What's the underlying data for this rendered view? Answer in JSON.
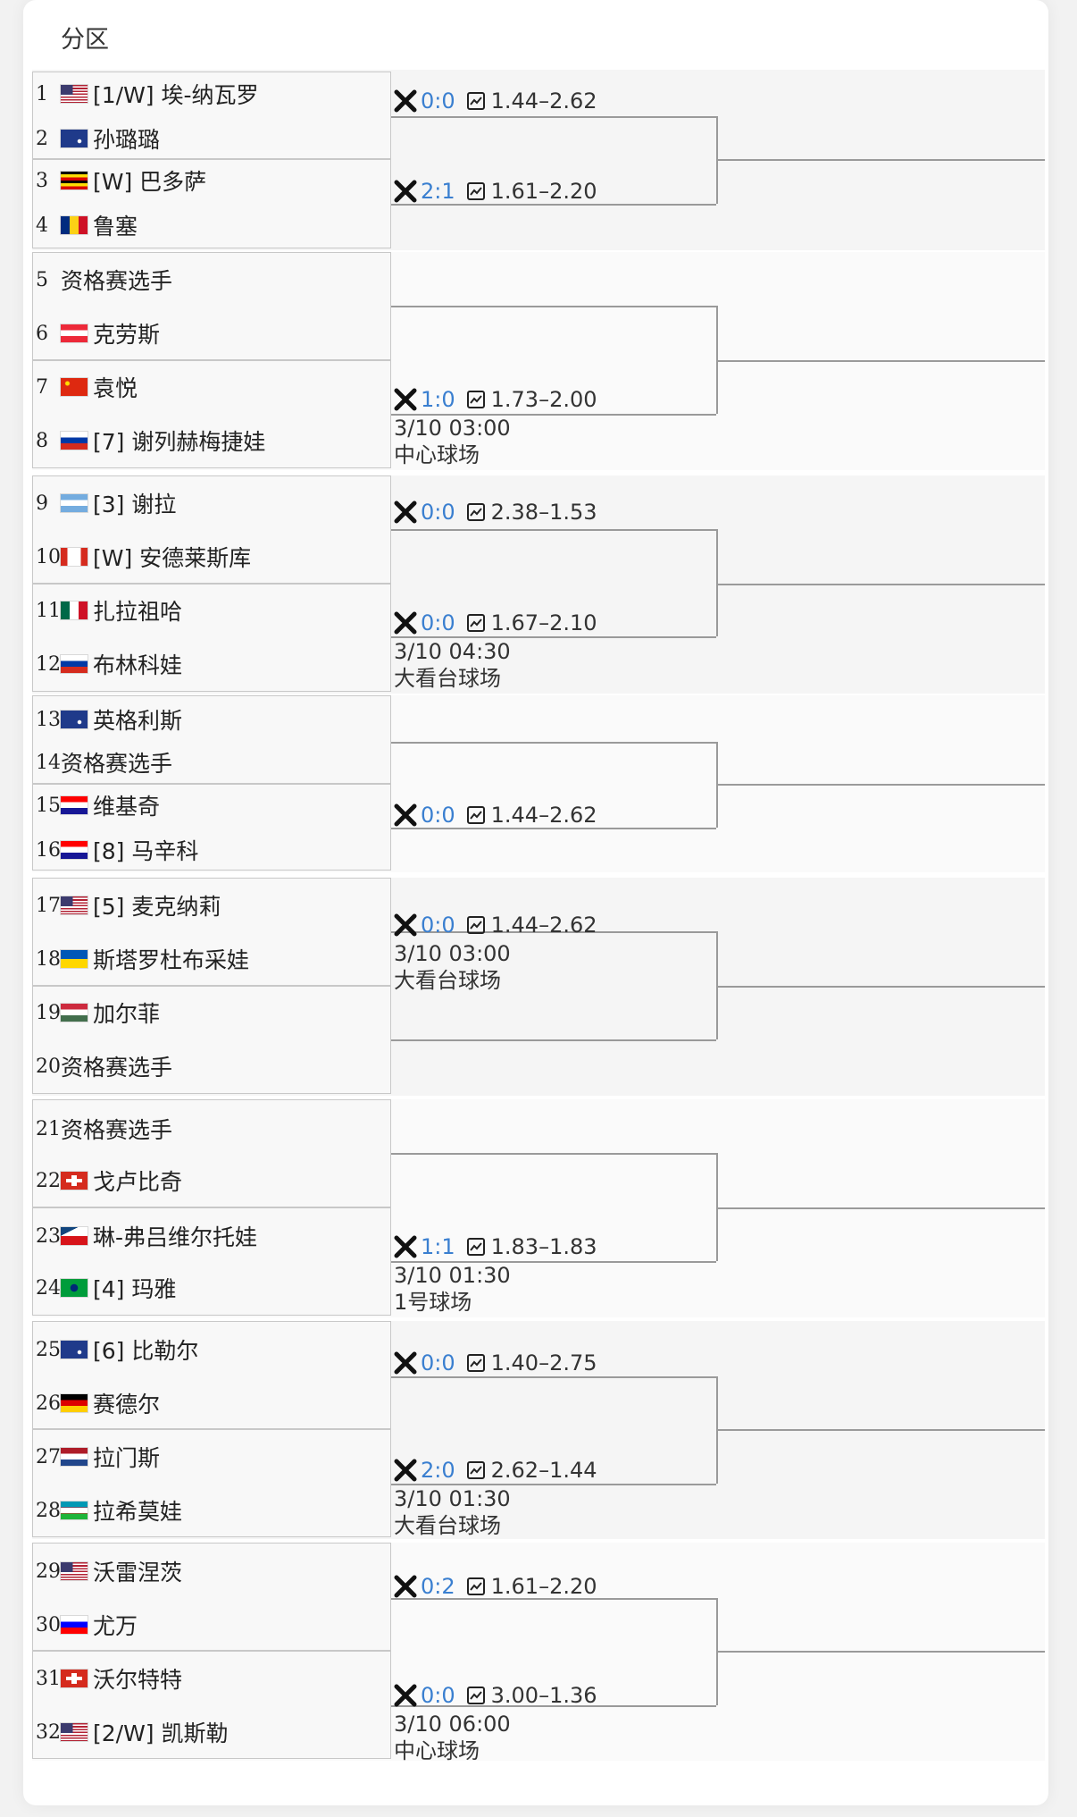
{
  "header": {
    "title": "分区"
  },
  "players": [
    {
      "n": "1",
      "flag": "us",
      "name": "[1/W] 埃-纳瓦罗"
    },
    {
      "n": "2",
      "flag": "au",
      "name": "孙璐璐"
    },
    {
      "n": "3",
      "flag": "ug",
      "name": "[W] 巴多萨"
    },
    {
      "n": "4",
      "flag": "ro",
      "name": "鲁塞"
    },
    {
      "n": "5",
      "flag": "",
      "name": "资格赛选手"
    },
    {
      "n": "6",
      "flag": "at",
      "name": "克劳斯"
    },
    {
      "n": "7",
      "flag": "cn",
      "name": "袁悦"
    },
    {
      "n": "8",
      "flag": "ru",
      "name": "[7] 谢列赫梅捷娃"
    },
    {
      "n": "9",
      "flag": "ar",
      "name": "[3] 谢拉"
    },
    {
      "n": "10",
      "flag": "ca",
      "name": "[W] 安德莱斯库"
    },
    {
      "n": "11",
      "flag": "mx",
      "name": "扎拉祖哈"
    },
    {
      "n": "12",
      "flag": "ru",
      "name": "布林科娃"
    },
    {
      "n": "13",
      "flag": "au",
      "name": "英格利斯"
    },
    {
      "n": "14",
      "flag": "",
      "name": "资格赛选手"
    },
    {
      "n": "15",
      "flag": "hr",
      "name": "维基奇"
    },
    {
      "n": "16",
      "flag": "hr",
      "name": "[8] 马辛科"
    },
    {
      "n": "17",
      "flag": "us",
      "name": "[5] 麦克纳莉"
    },
    {
      "n": "18",
      "flag": "ua",
      "name": "斯塔罗杜布采娃"
    },
    {
      "n": "19",
      "flag": "hu",
      "name": "加尔菲"
    },
    {
      "n": "20",
      "flag": "",
      "name": "资格赛选手"
    },
    {
      "n": "21",
      "flag": "",
      "name": "资格赛选手"
    },
    {
      "n": "22",
      "flag": "ch",
      "name": "戈卢比奇"
    },
    {
      "n": "23",
      "flag": "cz",
      "name": "琳-弗吕维尔托娃"
    },
    {
      "n": "24",
      "flag": "br",
      "name": "[4] 玛雅"
    },
    {
      "n": "25",
      "flag": "au",
      "name": "[6] 比勒尔"
    },
    {
      "n": "26",
      "flag": "de",
      "name": "赛德尔"
    },
    {
      "n": "27",
      "flag": "nl",
      "name": "拉门斯"
    },
    {
      "n": "28",
      "flag": "uz",
      "name": "拉希莫娃"
    },
    {
      "n": "29",
      "flag": "us",
      "name": "沃雷涅茨"
    },
    {
      "n": "30",
      "flag": "si",
      "name": "尤万"
    },
    {
      "n": "31",
      "flag": "ch",
      "name": "沃尔特特"
    },
    {
      "n": "32",
      "flag": "us",
      "name": "[2/W] 凯斯勒"
    }
  ],
  "matches": [
    {
      "score": "0:0",
      "odds": "1.44–2.62"
    },
    {
      "score": "2:1",
      "odds": "1.61–2.20"
    },
    {
      "score": "1:0",
      "odds": "1.73–2.00",
      "time": "3/10 03:00",
      "court": "中心球场"
    },
    {
      "score": "0:0",
      "odds": "2.38–1.53"
    },
    {
      "score": "0:0",
      "odds": "1.67–2.10",
      "time": "3/10 04:30",
      "court": "大看台球场"
    },
    {
      "score": "0:0",
      "odds": "1.44–2.62"
    },
    {
      "score": "0:0",
      "odds": "1.44–2.62",
      "time": "3/10 03:00",
      "court": "大看台球场"
    },
    {
      "score": "1:1",
      "odds": "1.83–1.83",
      "time": "3/10 01:30",
      "court": "1号球场"
    },
    {
      "score": "0:0",
      "odds": "1.40–2.75"
    },
    {
      "score": "2:0",
      "odds": "2.62–1.44",
      "time": "3/10 01:30",
      "court": "大看台球场"
    },
    {
      "score": "0:2",
      "odds": "1.61–2.20"
    },
    {
      "score": "0:0",
      "odds": "3.00–1.36",
      "time": "3/10 06:00",
      "court": "中心球场"
    }
  ],
  "colors": {
    "score": "#3a7fd0",
    "line": "#9a9a9a",
    "band": "#f5f5f5"
  }
}
